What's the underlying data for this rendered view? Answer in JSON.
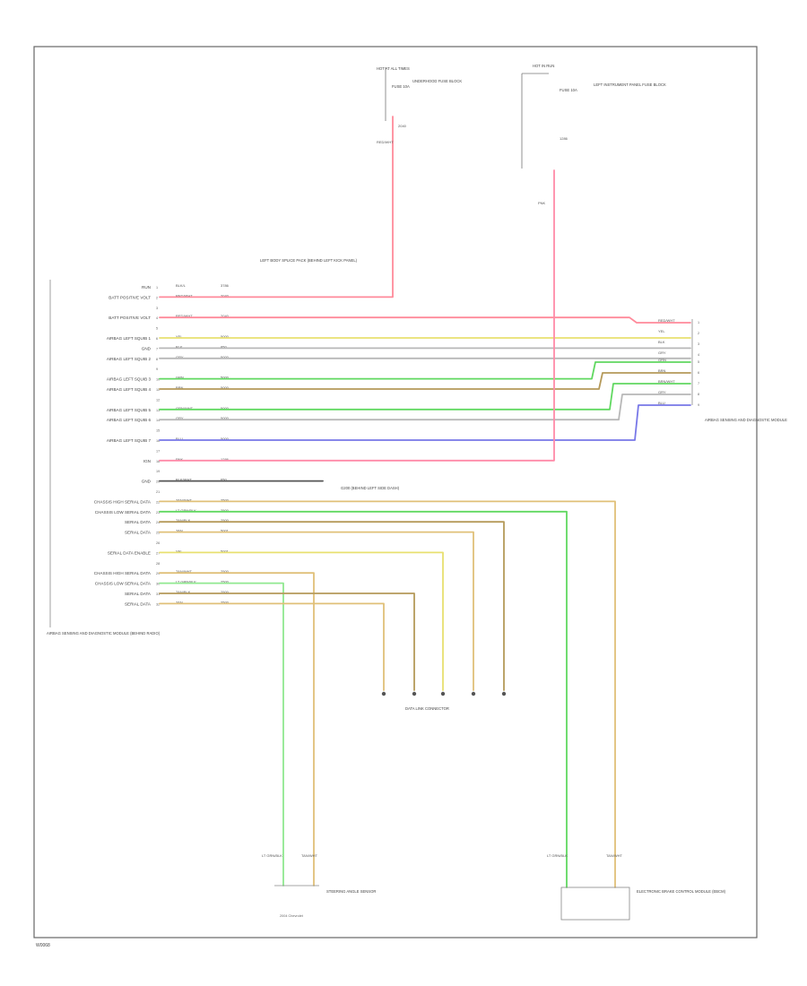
{
  "left_module_pins": [
    {
      "label": "RUN",
      "wire": "BLK/L",
      "code": "3786"
    },
    {
      "label": "BATT POSITIVE VOLT",
      "wire": "RED/WHT",
      "code": "2040"
    },
    {
      "label": "",
      "wire": "",
      "code": ""
    },
    {
      "label": "BATT POSITIVE VOLT",
      "wire": "RED/WHT",
      "code": "2040"
    },
    {
      "label": "",
      "wire": "",
      "code": ""
    },
    {
      "label": "AIRBAG LEFT SQUIB 1",
      "wire": "YEL",
      "code": "5000"
    },
    {
      "label": "GND",
      "wire": "BLK",
      "code": "850"
    },
    {
      "label": "AIRBAG LEFT SQUIB 2",
      "wire": "GRY",
      "code": "5000"
    },
    {
      "label": "",
      "wire": "",
      "code": ""
    },
    {
      "label": "AIRBAG LEFT SQUIB 3",
      "wire": "GRN",
      "code": "5000"
    },
    {
      "label": "AIRBAG LEFT SQUIB 4",
      "wire": "BRN",
      "code": "5000"
    },
    {
      "label": "",
      "wire": "",
      "code": ""
    },
    {
      "label": "AIRBAG LEFT SQUIB 5",
      "wire": "GRN/WHT",
      "code": "5000"
    },
    {
      "label": "AIRBAG LEFT SQUIB 6",
      "wire": "GRY",
      "code": "5000"
    },
    {
      "label": "",
      "wire": "",
      "code": ""
    },
    {
      "label": "AIRBAG LEFT SQUIB 7",
      "wire": "BLU",
      "code": "5000"
    },
    {
      "label": "",
      "wire": "",
      "code": ""
    },
    {
      "label": "IGN",
      "wire": "PNK",
      "code": "1286"
    },
    {
      "label": "",
      "wire": "",
      "code": ""
    },
    {
      "label": "GND",
      "wire": "BLK/WHT",
      "code": "650"
    },
    {
      "label": "",
      "wire": "",
      "code": ""
    },
    {
      "label": "CHASSIS HIGH SERIAL DATA",
      "wire": "TAN/WHT",
      "code": "2500"
    },
    {
      "label": "CHASSIS LOW SERIAL DATA",
      "wire": "LT GRN/BLK",
      "code": "2500"
    },
    {
      "label": "SERIAL DATA",
      "wire": "TAN/BLK",
      "code": "2500"
    },
    {
      "label": "SERIAL DATA",
      "wire": "TAN",
      "code": "5001"
    },
    {
      "label": "",
      "wire": "",
      "code": ""
    },
    {
      "label": "SERIAL DATA ENABLE",
      "wire": "YEL",
      "code": "5001"
    },
    {
      "label": "",
      "wire": "",
      "code": ""
    },
    {
      "label": "CHASSIS HIGH SERIAL DATA",
      "wire": "TAN/WHT",
      "code": "2500"
    },
    {
      "label": "CHASSIS LOW SERIAL DATA",
      "wire": "LT GRN/BLK",
      "code": "2500"
    },
    {
      "label": "SERIAL DATA",
      "wire": "TAN/BLK",
      "code": "2500"
    },
    {
      "label": "SERIAL DATA",
      "wire": "TAN",
      "code": "2500"
    }
  ],
  "left_module_name": "AIRBAG SENSING AND DIAGNOSTIC MODULE (BEHIND RADIO)",
  "top_fuse_left": {
    "title": "HOT AT ALL TIMES",
    "fuse": "FUSE 10A",
    "desc": "UNDERHOOD FUSE BLOCK",
    "wire": "RED/WHT",
    "code": "2040"
  },
  "top_fuse_right": {
    "title": "HOT IN RUN",
    "fuse": "FUSE 10A",
    "desc": "LEFT INSTRUMENT PANEL FUSE BLOCK",
    "wire": "PNK",
    "code": "1286"
  },
  "splice_note": "LEFT BODY SPLICE PACK (BEHIND LEFT KICK PANEL)",
  "ground_note": "G200 (BEHIND LEFT SIDE DASH)",
  "right_module_wires": [
    "RED/WHT",
    "YEL",
    "BLK",
    "GRY",
    "GRN",
    "BRN",
    "BRN/WHT",
    "GRY",
    "BLU"
  ],
  "right_module_name": "AIRBAG SENSING AND DIAGNOSTIC MODULE",
  "dlc_name": "DATA LINK CONNECTOR",
  "steering_sensor_name": "STEERING ANGLE SENSOR",
  "ebcm_name": "ELECTRONIC BRAKE CONTROL MODULE (EBCM)",
  "bottom_left_wires": {
    "a": "LT GRN/BLK",
    "b": "TAN/WHT"
  },
  "bottom_right_wires": {
    "a": "LT GRN/BLK",
    "b": "TAN/WHT"
  },
  "footer_code": "W0068",
  "page_note": "2004 Chevrolet",
  "colors": {
    "red": "#ff8a9a",
    "pink": "#ff8aa8",
    "yellow": "#e8e070",
    "gray": "#b8b8b8",
    "green": "#60d860",
    "brown": "#b59a5a",
    "blue": "#7878e8",
    "tan": "#e0c078",
    "ltgreen": "#90e890",
    "black": "#555555"
  }
}
